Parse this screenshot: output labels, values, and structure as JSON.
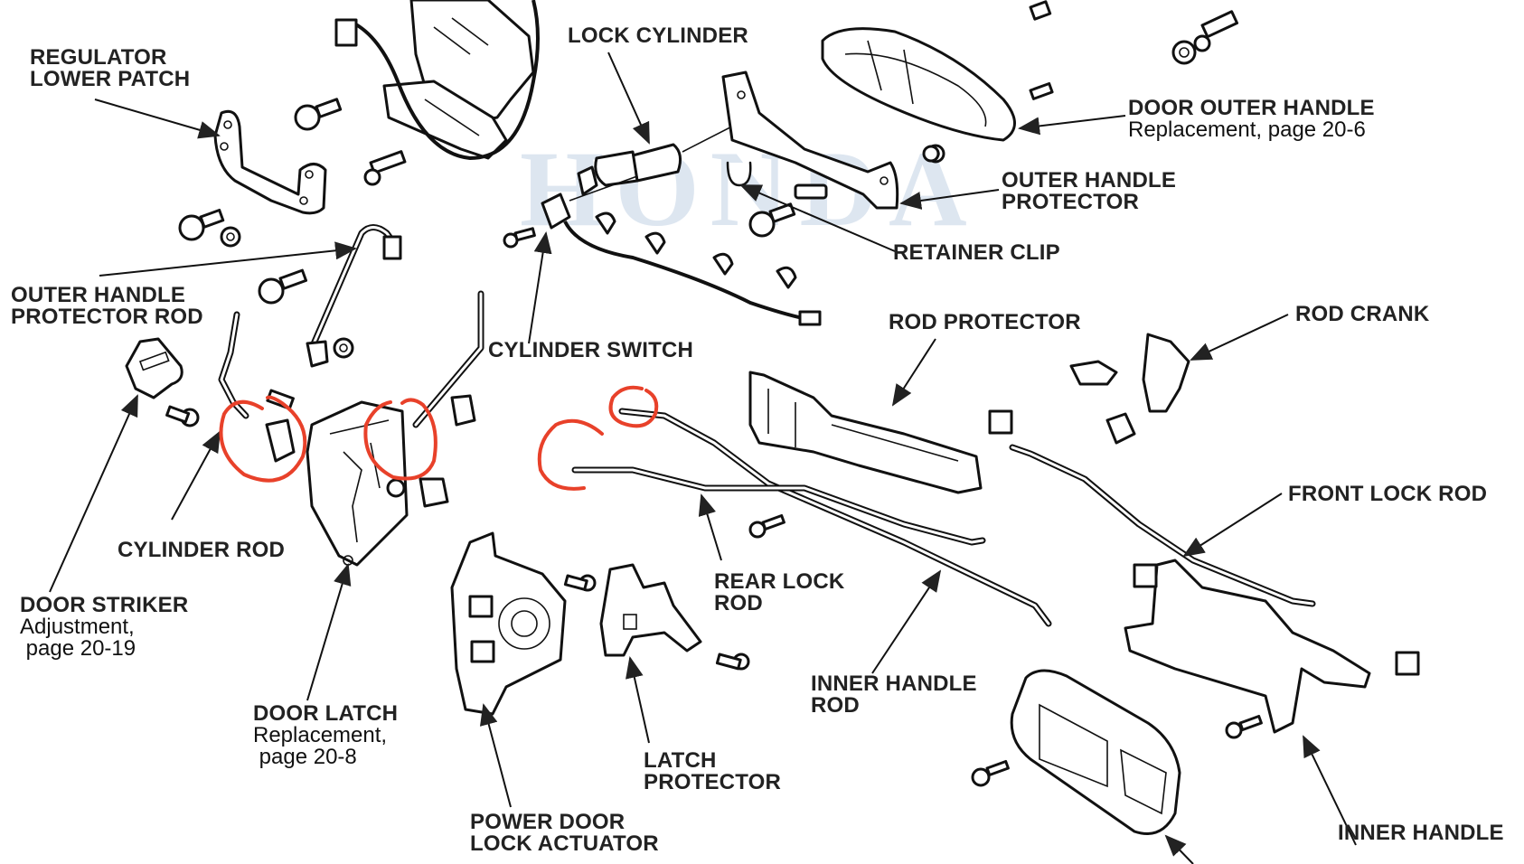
{
  "diagram": {
    "title": "Door lock and handle assembly (exploded view)",
    "watermark": "HONDA",
    "annotation_color": "#e8412a",
    "labels": {
      "regulator_lower_patch": {
        "title": [
          "REGULATOR",
          "LOWER PATCH"
        ]
      },
      "lock_cylinder": {
        "title": [
          "LOCK CYLINDER"
        ]
      },
      "door_outer_handle": {
        "title": [
          "DOOR OUTER HANDLE"
        ],
        "sub": [
          "Replacement, page 20-6"
        ]
      },
      "outer_handle_protector": {
        "title": [
          "OUTER HANDLE",
          "PROTECTOR"
        ]
      },
      "retainer_clip": {
        "title": [
          "RETAINER CLIP"
        ]
      },
      "outer_handle_protector_rod": {
        "title": [
          "OUTER HANDLE",
          "PROTECTOR ROD"
        ]
      },
      "rod_protector": {
        "title": [
          "ROD PROTECTOR"
        ]
      },
      "rod_crank": {
        "title": [
          "ROD CRANK"
        ]
      },
      "cylinder_switch": {
        "title": [
          "CYLINDER SWITCH"
        ]
      },
      "front_lock_rod": {
        "title": [
          "FRONT LOCK ROD"
        ]
      },
      "cylinder_rod": {
        "title": [
          "CYLINDER ROD"
        ]
      },
      "door_striker": {
        "title": [
          "DOOR STRIKER"
        ],
        "sub": [
          "Adjustment,",
          " page 20-19"
        ]
      },
      "rear_lock_rod": {
        "title": [
          "REAR LOCK",
          "ROD"
        ]
      },
      "door_latch": {
        "title": [
          "DOOR LATCH"
        ],
        "sub": [
          "Replacement,",
          " page 20-8"
        ]
      },
      "inner_handle_rod": {
        "title": [
          "INNER HANDLE",
          "ROD"
        ]
      },
      "latch_protector": {
        "title": [
          "LATCH",
          "PROTECTOR"
        ]
      },
      "power_door_lock_actuator": {
        "title": [
          "POWER DOOR",
          "LOCK ACTUATOR"
        ]
      },
      "inner_handle": {
        "title": [
          "INNER HANDLE"
        ]
      }
    },
    "hand_drawn_marks": [
      {
        "name": "circle-cylinder-rod-end",
        "shape": "circle"
      },
      {
        "name": "circle-latch-lever",
        "shape": "circle"
      },
      {
        "name": "circle-inner-handle-rod-end",
        "shape": "circle"
      },
      {
        "name": "arc-rear-lock-rod-end",
        "shape": "open-arc"
      }
    ]
  }
}
